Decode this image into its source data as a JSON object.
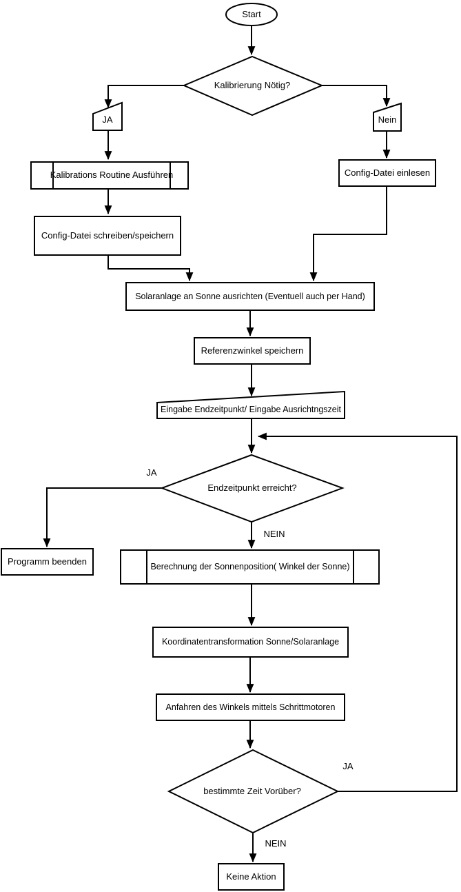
{
  "diagram_type": "flowchart",
  "colors": {
    "stroke": "#000000",
    "fill": "#ffffff",
    "text": "#000000"
  },
  "nodes": {
    "start": {
      "label": "Start",
      "shape": "terminator"
    },
    "calibration_needed": {
      "label": "Kalibrierung Nötig?",
      "shape": "decision"
    },
    "branch_ja": {
      "label": "JA",
      "shape": "manual-input"
    },
    "branch_nein": {
      "label": "Nein",
      "shape": "manual-input"
    },
    "calibration_routine": {
      "label": "Kalibrations Routine Ausführen",
      "shape": "predefined-process"
    },
    "config_write": {
      "label": "Config-Datei schreiben/speichern",
      "shape": "process"
    },
    "config_read": {
      "label": "Config-Datei einlesen",
      "shape": "process"
    },
    "align_solar": {
      "label": "Solaranlage an Sonne ausrichten (Eventuell auch per Hand)",
      "shape": "process"
    },
    "save_reference": {
      "label": "Referenzwinkel speichern",
      "shape": "process"
    },
    "input_endtime": {
      "label": "Eingabe Endzeitpunkt/ Eingabe Ausrichtngszeit",
      "shape": "manual-input"
    },
    "endtime_reached": {
      "label": "Endzeitpunkt erreicht?",
      "shape": "decision"
    },
    "program_end": {
      "label": "Programm beenden",
      "shape": "process"
    },
    "sun_position": {
      "label": "Berechnung der Sonnenposition( Winkel der Sonne)",
      "shape": "predefined-process"
    },
    "coordinate_transform": {
      "label": "Koordinatentransformation Sonne/Solaranlage",
      "shape": "process"
    },
    "drive_motors": {
      "label": "Anfahren des Winkels mittels Schrittmotoren",
      "shape": "process"
    },
    "time_elapsed": {
      "label": "bestimmte Zeit Vorüber?",
      "shape": "decision"
    },
    "no_action": {
      "label": "Keine Aktion",
      "shape": "process"
    }
  },
  "edge_labels": {
    "endtime_yes": "JA",
    "endtime_no": "NEIN",
    "time_elapsed_yes": "JA",
    "time_elapsed_no": "NEIN"
  }
}
